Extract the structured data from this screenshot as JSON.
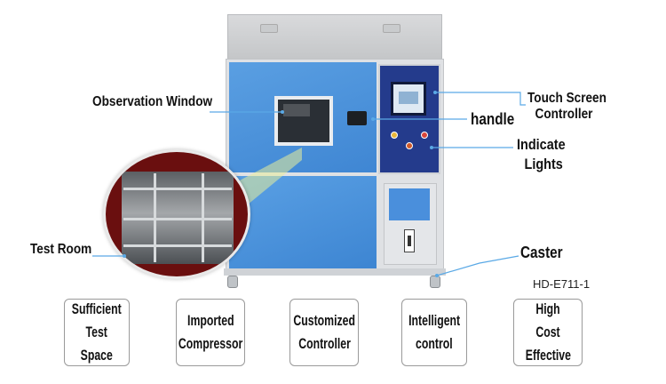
{
  "labels": {
    "observation_window": "Observation Window",
    "test_room": "Test Room",
    "touch_screen_line1": "Touch Screen",
    "touch_screen_line2": "Controller",
    "handle": "handle",
    "indicate_line1": "Indicate",
    "indicate_line2": "Lights",
    "caster": "Caster"
  },
  "model_code": "HD-E711-1",
  "features": [
    {
      "line1": "Sufficient",
      "line2": "Test Space"
    },
    {
      "line1": "Imported",
      "line2": "Compressor"
    },
    {
      "line1": "Customized",
      "line2": "Controller"
    },
    {
      "line1": "Intelligent",
      "line2": "control"
    },
    {
      "line1": "High Cost",
      "line2": "Effective"
    }
  ],
  "colors": {
    "door_blue": "#4a90dc",
    "panel_navy": "#243b8c",
    "leader_line": "#5aa9e6",
    "inset_red": "#6a0f0f"
  }
}
